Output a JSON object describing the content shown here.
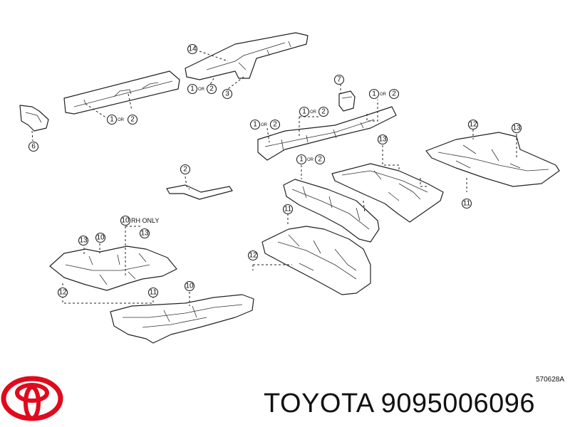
{
  "figure_code": "570628A",
  "brand_line": "TOYOTA 9095006096",
  "or_word": "OR",
  "rh_only_text": "RH ONLY",
  "callouts": [
    "14",
    "1",
    "2",
    "3",
    "6",
    "7",
    "1",
    "2",
    "1",
    "2",
    "1",
    "2",
    "1",
    "2",
    "13",
    "12",
    "13",
    "11",
    "2",
    "1",
    "2",
    "11",
    "12",
    "10",
    "13",
    "10",
    "13",
    "12",
    "11",
    "10"
  ],
  "logo": {
    "name": "toyota-emblem",
    "color": "#e00a1d"
  }
}
